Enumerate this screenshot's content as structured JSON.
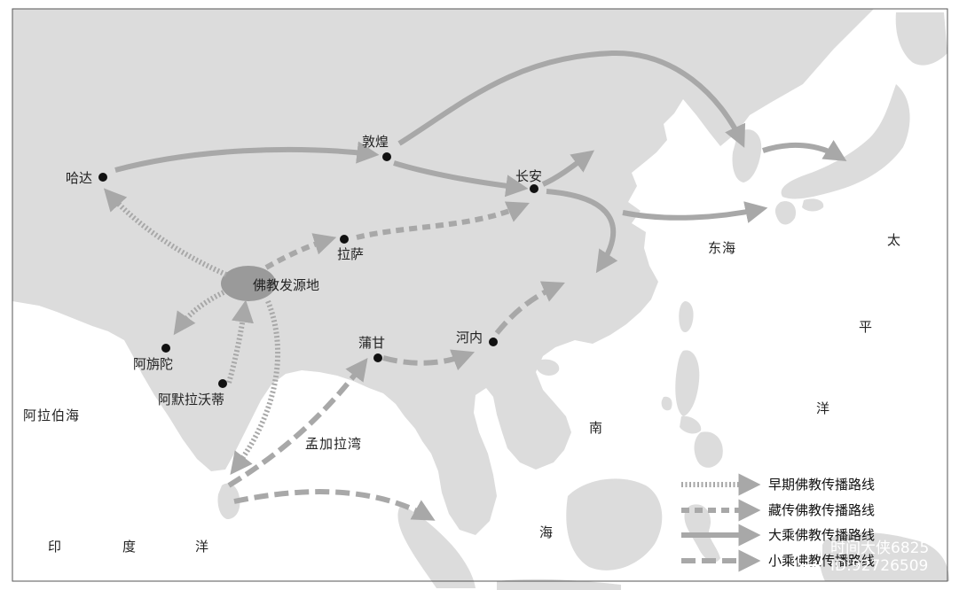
{
  "colors": {
    "land": "#dcdcdc",
    "sea": "#ffffff",
    "route": "#a8a8a8",
    "city": "#111111",
    "origin": "#9a9a9a",
    "frame": "#555555"
  },
  "places": {
    "hada": "哈达",
    "dunhuang": "敦煌",
    "changan": "长安",
    "lasa": "拉萨",
    "origin": "佛教发源地",
    "axuantuo": "阿旃陀",
    "amolawodi": "阿默拉沃蒂",
    "pugan": "蒲甘",
    "henei": "河内"
  },
  "seas": {
    "dong_hai": "东海",
    "arabian_sea": "阿拉伯海",
    "bay_of_bengal": "孟加拉湾",
    "indian_ocean": [
      "印",
      "度",
      "洋"
    ],
    "south_china_sea": [
      "南",
      "海"
    ],
    "pacific_ocean": [
      "太",
      "平",
      "洋"
    ]
  },
  "legend": [
    {
      "style": "dotted",
      "label": "早期佛教传播路线"
    },
    {
      "style": "short-dash",
      "label": "藏传佛教传播路线"
    },
    {
      "style": "solid",
      "label": "大乘佛教传播路线"
    },
    {
      "style": "long-dash",
      "label": "小乘佛教传播路线"
    }
  ],
  "watermark": {
    "line1": "时间大侠6825",
    "line2": "ID:92726509"
  }
}
